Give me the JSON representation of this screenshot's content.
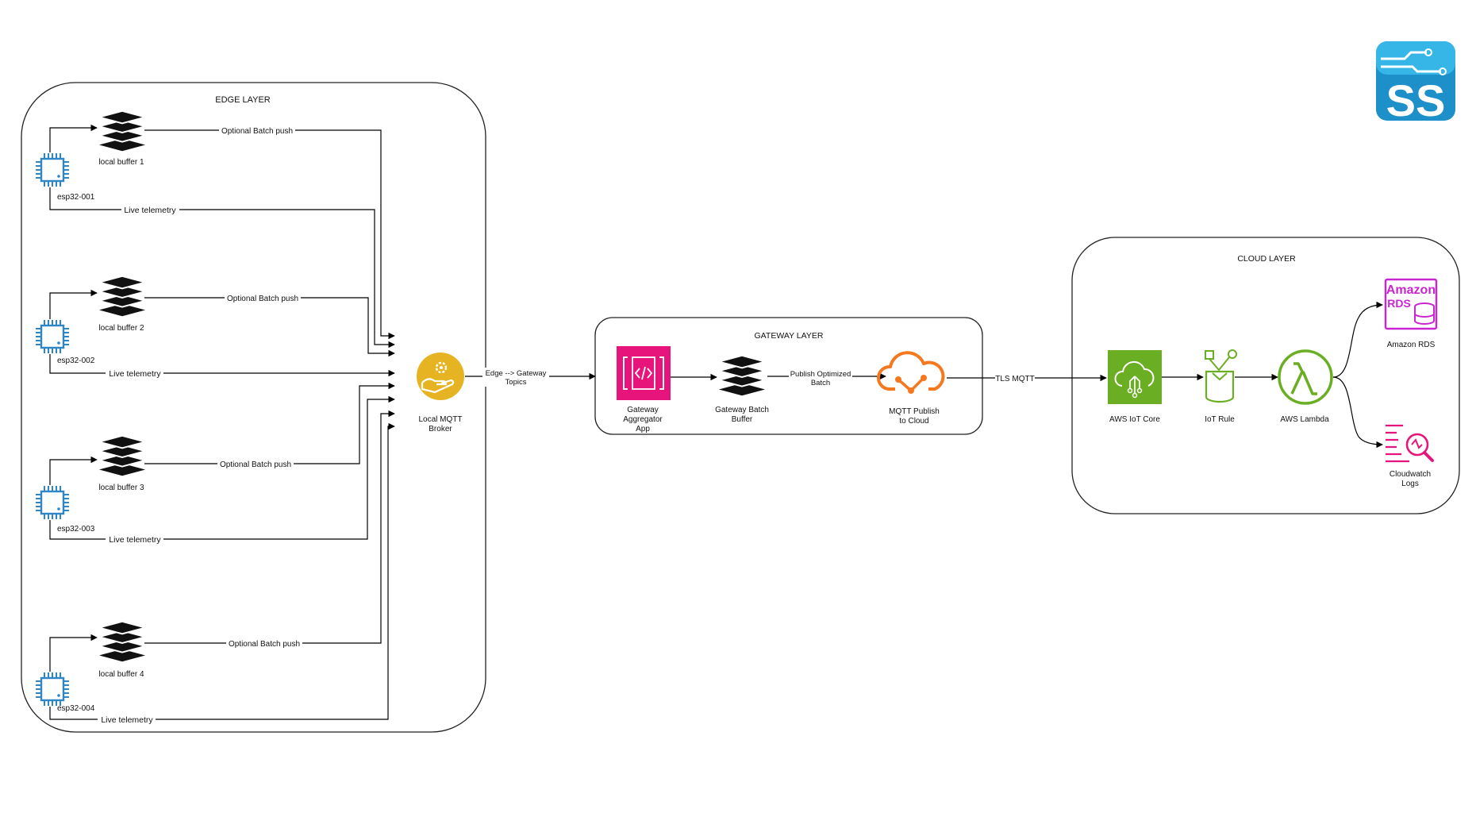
{
  "logo": {
    "text": "SS",
    "icon": "circuit-ss-logo"
  },
  "edge_layer": {
    "title": "EDGE LAYER",
    "devices": [
      {
        "name": "esp32-001",
        "buffer": "local buffer 1",
        "batch_label": "Optional Batch push",
        "live_label": "Live telemetry"
      },
      {
        "name": "esp32-002",
        "buffer": "local buffer 2",
        "batch_label": "Optional Batch push",
        "live_label": "Live telemetry"
      },
      {
        "name": "esp32-003",
        "buffer": "local buffer 3",
        "batch_label": "Optional Batch push",
        "live_label": "Live telemetry"
      },
      {
        "name": "esp32-004",
        "buffer": "local buffer 4",
        "batch_label": "Optional Batch push",
        "live_label": "Live telemetry"
      }
    ],
    "broker": {
      "line1": "Local MQTT",
      "line2": "Broker"
    }
  },
  "links": {
    "edge_to_gateway": {
      "line1": "Edge --> Gateway",
      "line2": "Topics"
    },
    "publish_optimized": {
      "line1": "Publish Optimized",
      "line2": "Batch"
    },
    "tls_mqtt": "TLS MQTT"
  },
  "gateway_layer": {
    "title": "GATEWAY LAYER",
    "aggregator": {
      "line1": "Gateway",
      "line2": "Aggregator",
      "line3": "App"
    },
    "batch_buffer": {
      "line1": "Gateway Batch",
      "line2": "Buffer"
    },
    "publish": {
      "line1": "MQTT Publish",
      "line2": "to Cloud"
    }
  },
  "cloud_layer": {
    "title": "CLOUD LAYER",
    "iot_core": "AWS IoT Core",
    "iot_rule": "IoT Rule",
    "lambda": "AWS Lambda",
    "rds": {
      "label": "Amazon RDS",
      "icon_line1": "Amazon",
      "icon_line2": "RDS"
    },
    "cloudwatch": {
      "line1": "Cloudwatch",
      "line2": "Logs"
    }
  },
  "colors": {
    "chip_blue": "#2e86c9",
    "broker_gold": "#e6b422",
    "api_pink": "#e7157b",
    "mqtt_orange": "#f5781e",
    "aws_green": "#6aae23",
    "rds_purple": "#c925d1",
    "cloudwatch_pink": "#e7157b"
  }
}
